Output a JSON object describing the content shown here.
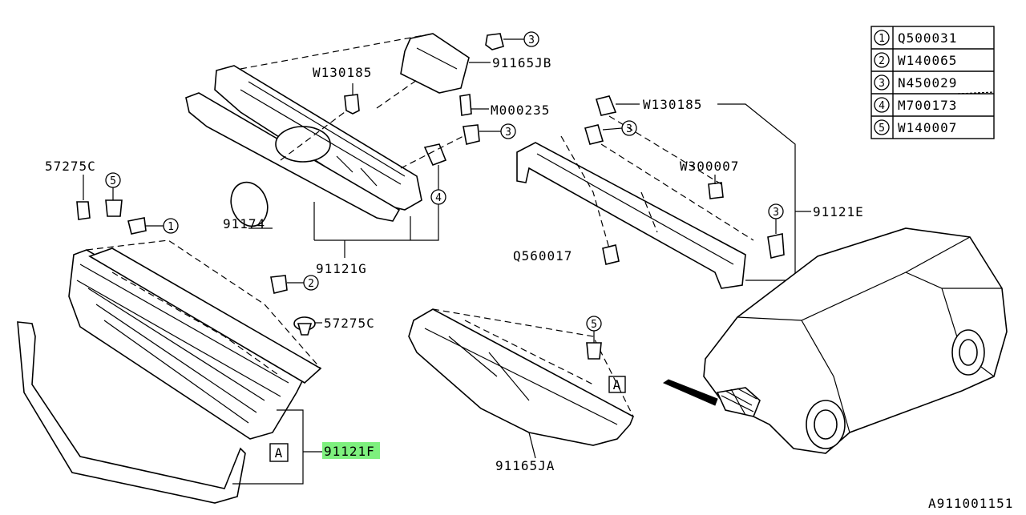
{
  "legend": [
    {
      "num": "1",
      "code": "Q500031"
    },
    {
      "num": "2",
      "code": "W140065"
    },
    {
      "num": "3",
      "code": "N450029"
    },
    {
      "num": "4",
      "code": "M700173"
    },
    {
      "num": "5",
      "code": "W140007"
    }
  ],
  "labels": {
    "w130185_top": "W130185",
    "p91165jb": "91165JB",
    "m000235": "M000235",
    "w130185_right": "W130185",
    "w300007": "W300007",
    "p91121e": "91121E",
    "q560017": "Q560017",
    "p57275c_left": "57275C",
    "p91174": "91174",
    "p91121g": "91121G",
    "p57275c_mid": "57275C",
    "p91121f": "91121F",
    "p91165ja": "91165JA",
    "diagram_id": "A911001151"
  },
  "callouts": {
    "c1": "1",
    "c2": "2",
    "c3a": "3",
    "c3b": "3",
    "c3c": "3",
    "c3d": "3",
    "c4": "4",
    "c5a": "5",
    "c5b": "5"
  },
  "refs": {
    "a_left": "A",
    "a_right": "A"
  },
  "highlight_color": "#7ef07e"
}
